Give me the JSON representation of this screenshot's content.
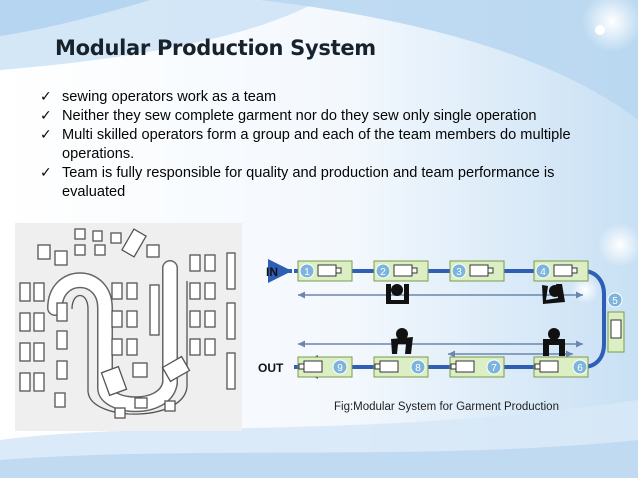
{
  "slide": {
    "title": "Modular Production System",
    "bullets": [
      "sewing operators work as a team",
      "Neither they sew complete garment nor do they sew only single operation",
      "Multi skilled operators form a group and each of the team members do multiple operations.",
      "Team is fully responsible for quality and production and team performance is evaluated"
    ],
    "check_icon": "check-mark-icon"
  },
  "right_figure": {
    "in_label": "IN",
    "out_label": "OUT",
    "stations_top": [
      "1",
      "2",
      "3",
      "4"
    ],
    "station_right": "5",
    "stations_bottom": [
      "9",
      "8",
      "7",
      "6"
    ],
    "caption": "Fig:Modular System for Garment Production"
  },
  "colors": {
    "accent_blue": "#2f5fb4",
    "station_fill": "#dcefc4",
    "station_stroke": "#7c9a4c",
    "number_fill": "#7db4dd"
  }
}
